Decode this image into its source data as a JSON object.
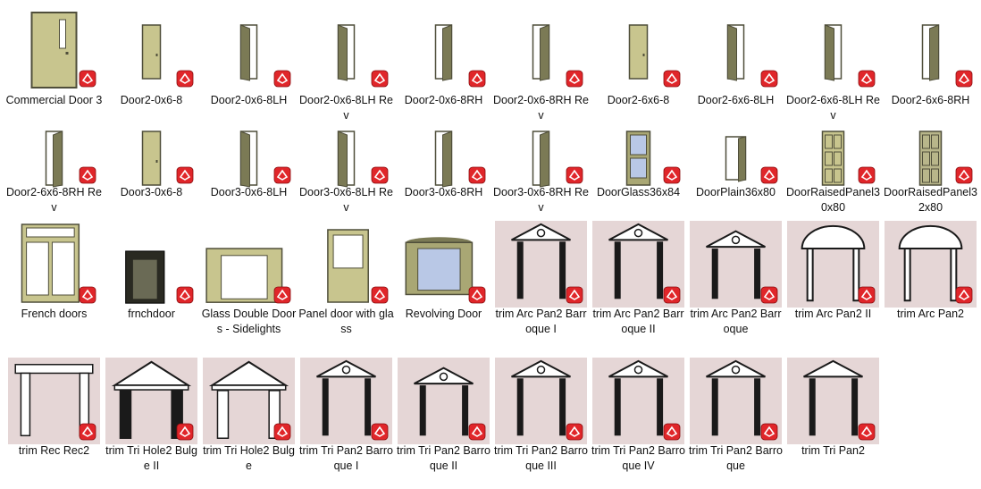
{
  "items": [
    {
      "label": "Commercial Door 3",
      "type": "commercial"
    },
    {
      "label": "Door2-0x6-8",
      "type": "door"
    },
    {
      "label": "Door2-0x6-8LH",
      "type": "door-open-left"
    },
    {
      "label": "Door2-0x6-8LH Rev",
      "type": "door-open-left-rev"
    },
    {
      "label": "Door2-0x6-8RH",
      "type": "door-open-right"
    },
    {
      "label": "Door2-0x6-8RH Rev",
      "type": "door-open-right-rev"
    },
    {
      "label": "Door2-6x6-8",
      "type": "door"
    },
    {
      "label": "Door2-6x6-8LH",
      "type": "door-open-left"
    },
    {
      "label": "Door2-6x6-8LH Rev",
      "type": "door-open-left-rev"
    },
    {
      "label": "Door2-6x6-8RH",
      "type": "door-open-right"
    },
    {
      "label": "Door2-6x6-8RH Rev",
      "type": "door-open-right-rev"
    },
    {
      "label": "Door3-0x6-8",
      "type": "door"
    },
    {
      "label": "Door3-0x6-8LH",
      "type": "door-open-left"
    },
    {
      "label": "Door3-0x6-8LH Rev",
      "type": "door-open-left-rev"
    },
    {
      "label": "Door3-0x6-8RH",
      "type": "door-open-right"
    },
    {
      "label": "Door3-0x6-8RH Rev",
      "type": "door-open-right-rev"
    },
    {
      "label": "DoorGlass36x84",
      "type": "door-glass"
    },
    {
      "label": "DoorPlain36x80",
      "type": "door-plain-open"
    },
    {
      "label": "DoorRaisedPanel30x80",
      "type": "door-raised"
    },
    {
      "label": "DoorRaisedPanel32x80",
      "type": "door-raised-dark"
    },
    {
      "label": "French doors",
      "type": "french"
    },
    {
      "label": "frnchdoor",
      "type": "frnch"
    },
    {
      "label": "Glass Double Doors - Sidelights",
      "type": "glass-double"
    },
    {
      "label": "Panel door with glass",
      "type": "panel-glass"
    },
    {
      "label": "Revolving Door",
      "type": "revolving"
    },
    {
      "label": "trim Arc Pan2 Barroque I",
      "type": "trim-tri-barroque"
    },
    {
      "label": "trim Arc Pan2 Barroque II",
      "type": "trim-tri-barroque"
    },
    {
      "label": "trim Arc Pan2 Barroque",
      "type": "trim-tri-barroque-small"
    },
    {
      "label": "trim Arc Pan2 II",
      "type": "trim-arc"
    },
    {
      "label": "trim Arc Pan2",
      "type": "trim-arc"
    },
    {
      "label": "trim Rec Rec2",
      "type": "trim-rec"
    },
    {
      "label": "trim Tri Hole2 Bulge II",
      "type": "trim-tri-hole-dark"
    },
    {
      "label": "trim Tri Hole2 Bulge",
      "type": "trim-tri-hole-light"
    },
    {
      "label": "trim Tri Pan2 Barroque I",
      "type": "trim-tri-barroque"
    },
    {
      "label": "trim Tri Pan2 Barroque II",
      "type": "trim-tri-barroque-small"
    },
    {
      "label": "trim Tri Pan2 Barroque III",
      "type": "trim-tri-barroque"
    },
    {
      "label": "trim Tri Pan2 Barroque IV",
      "type": "trim-tri-barroque"
    },
    {
      "label": "trim Tri Pan2 Barroque",
      "type": "trim-tri-barroque"
    },
    {
      "label": "trim Tri Pan2",
      "type": "trim-tri"
    }
  ],
  "colors": {
    "door": "#c8c58e",
    "door_dark": "#7b7a55",
    "door_shade": "#a9a774",
    "frame": "#4f4e3a",
    "trim_bg": "#e5d6d6",
    "trim_dark": "#1a1a1a",
    "badge_red": "#e0262a",
    "glass": "#b9c8e6"
  }
}
